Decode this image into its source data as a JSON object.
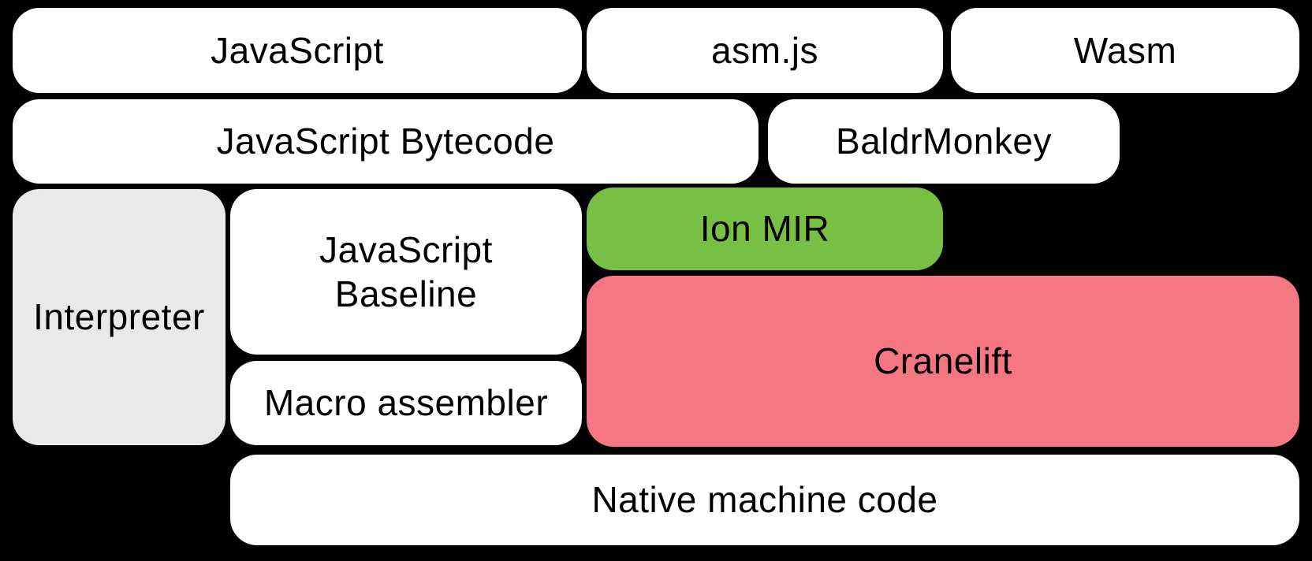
{
  "diagram": {
    "nodes": {
      "javascript": {
        "label": "JavaScript"
      },
      "asmjs": {
        "label": "asm.js"
      },
      "wasm": {
        "label": "Wasm"
      },
      "bytecode": {
        "label": "JavaScript Bytecode"
      },
      "baldrmonkey": {
        "label": "BaldrMonkey"
      },
      "interpreter": {
        "label": "Interpreter"
      },
      "baseline": {
        "label": "JavaScript\nBaseline"
      },
      "ion_mir": {
        "label": "Ion MIR"
      },
      "cranelift": {
        "label": "Cranelift"
      },
      "macro_assembler": {
        "label": "Macro assembler"
      },
      "native_machine_code": {
        "label": "Native machine code"
      }
    },
    "colors": {
      "background": "#000000",
      "node_default": "#FFFFFF",
      "node_interpreter": "#E9E9E9",
      "node_ion_mir": "#77C044",
      "node_cranelift": "#F57784",
      "text": "#000000"
    }
  }
}
